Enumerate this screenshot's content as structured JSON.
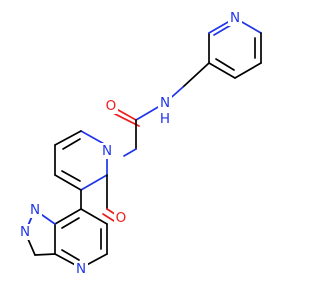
{
  "labels": {
    "pyridine_n": "N",
    "amide_n": "N",
    "amide_h": "H",
    "carbonyl_o_top": "O",
    "ring_n": "N",
    "carbonyl_o_bottom": "O",
    "pyrazole_n1": "N",
    "pyrazole_n2": "N",
    "pyrimidine_n": "N"
  },
  "colors": {
    "bond": "#000000",
    "nitrogen": "#1f35e8",
    "oxygen": "#ee1c1c",
    "background": "#ffffff"
  }
}
